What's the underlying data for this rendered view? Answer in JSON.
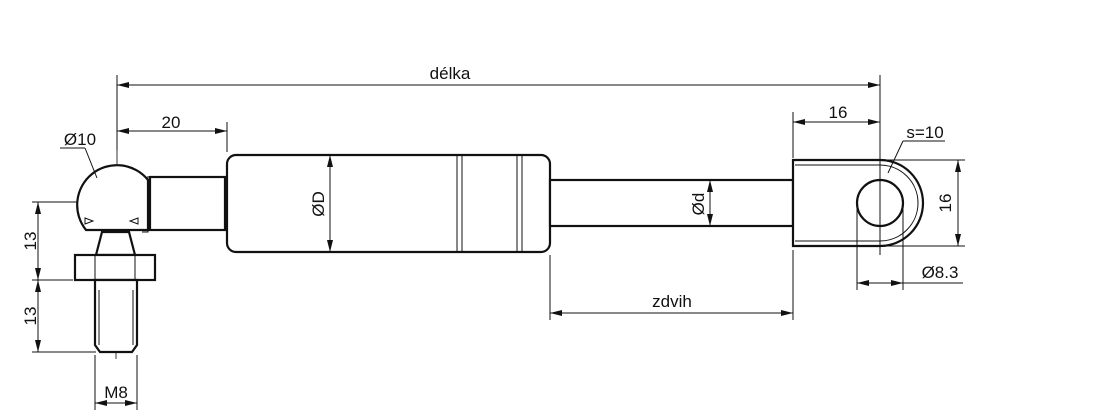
{
  "drawing": {
    "title": "gas spring dimension drawing",
    "labels": {
      "length": "délka",
      "ball_offset": "20",
      "ball_diameter": "Ø10",
      "height_upper": "13",
      "height_lower": "13",
      "thread": "M8",
      "body_diameter": "ØD",
      "rod_diameter": "Ød",
      "stroke": "zdvih",
      "eye_length": "16",
      "eye_thickness": "s=10",
      "eye_height": "16",
      "hole_diameter": "Ø8.3"
    }
  }
}
